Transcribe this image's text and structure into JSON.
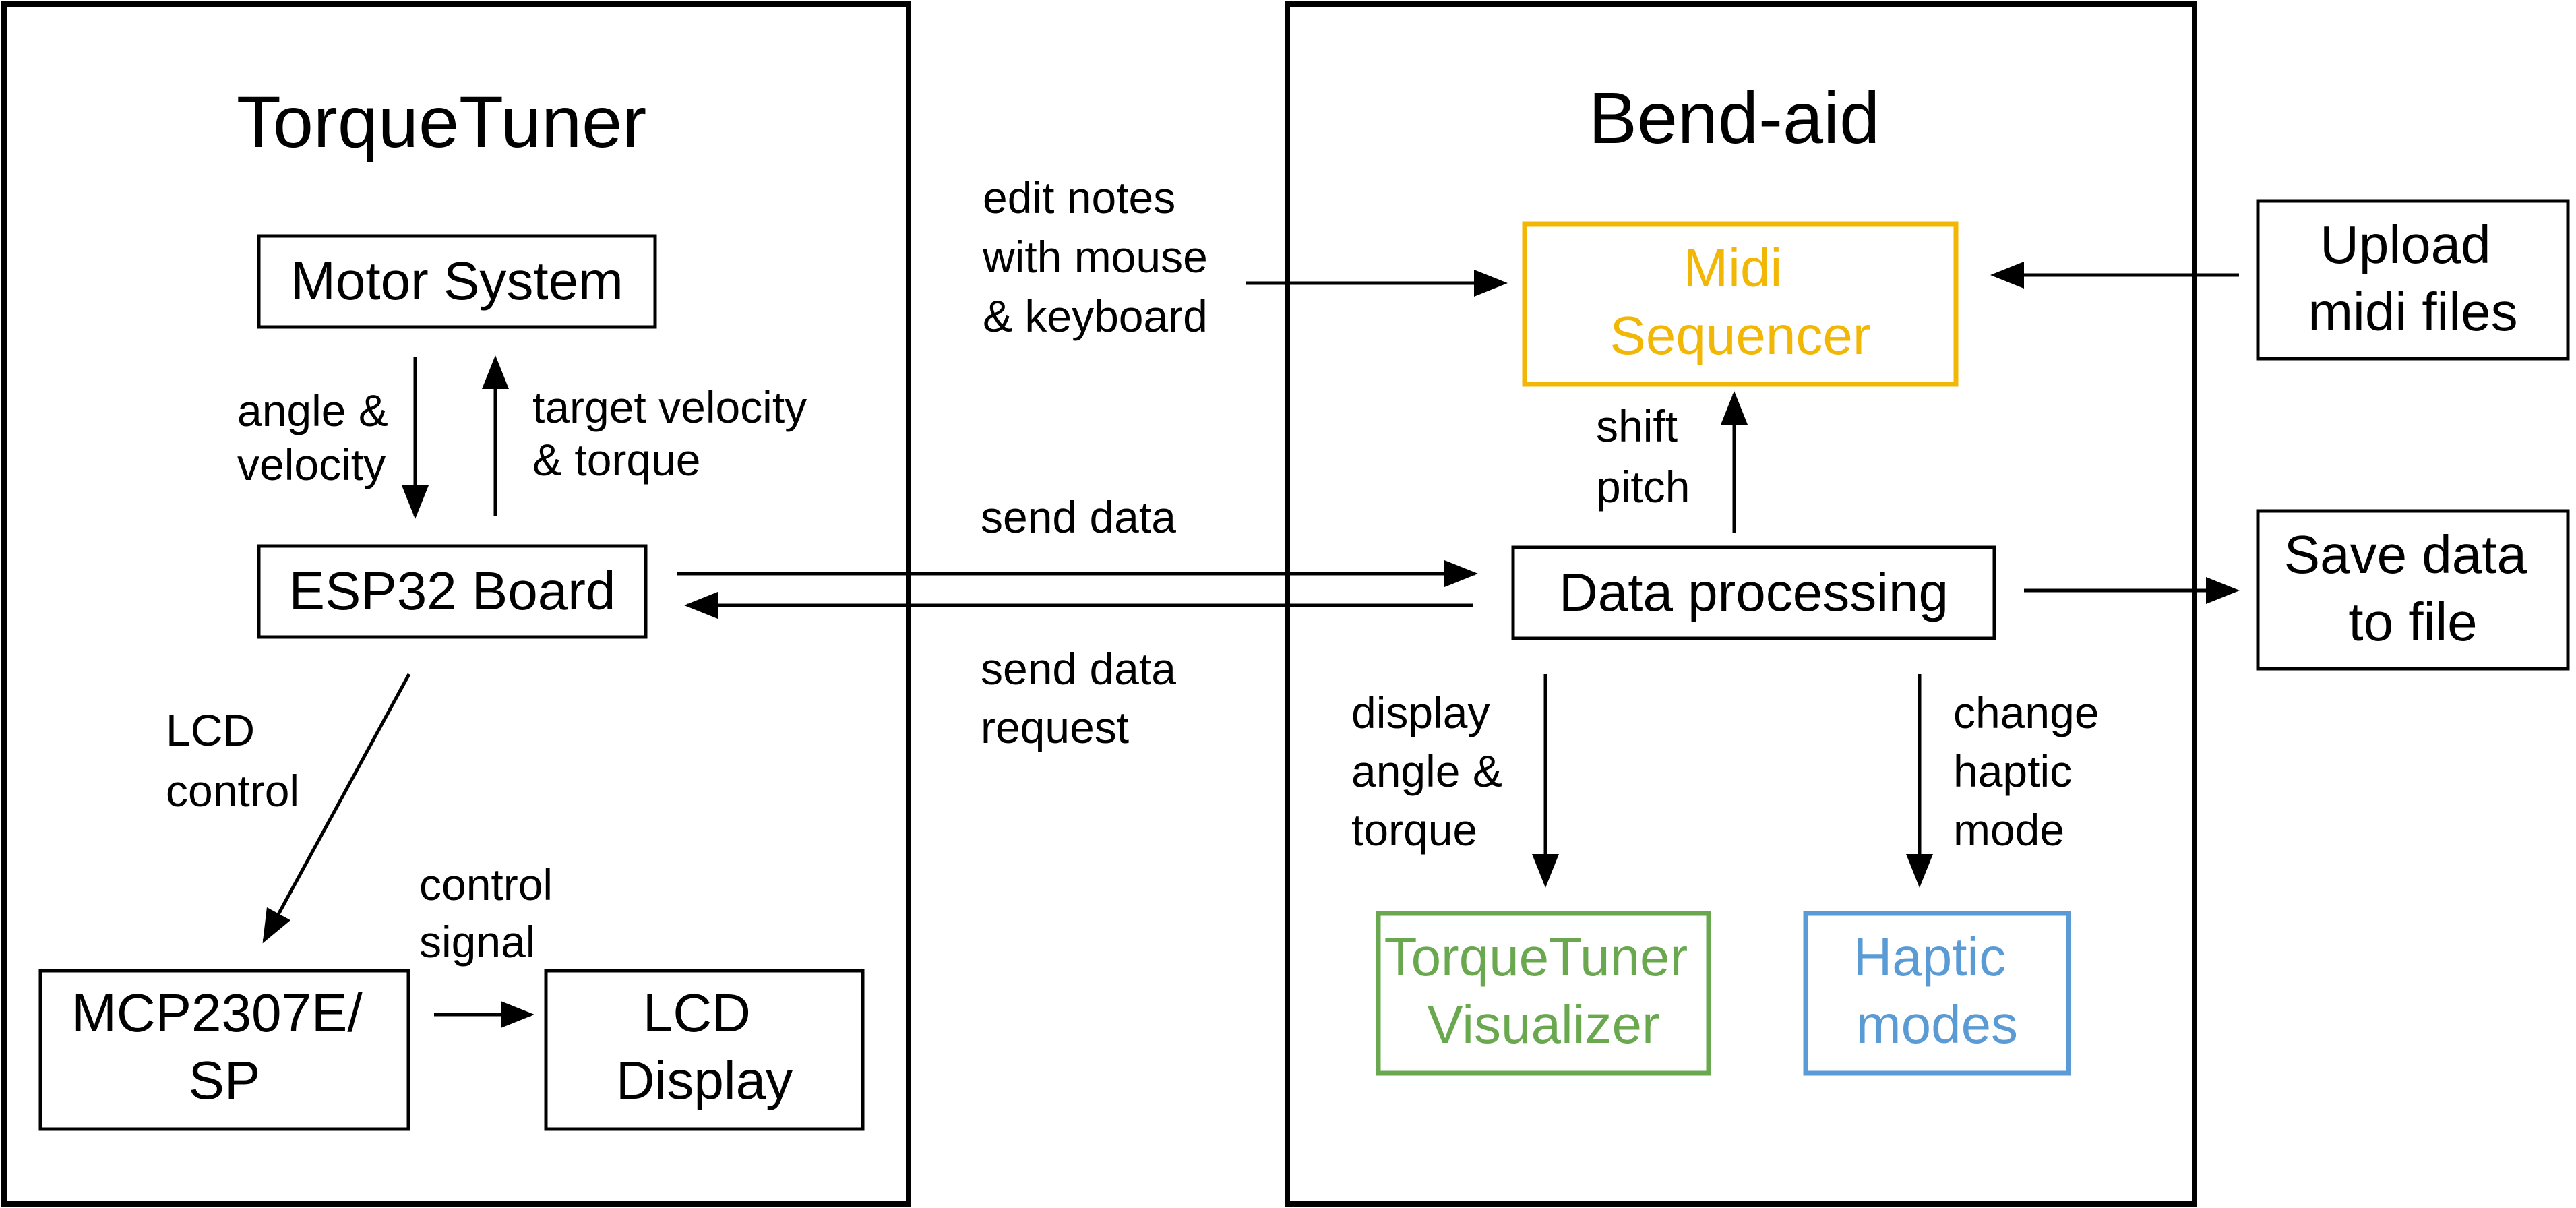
{
  "left_panel": {
    "title": "TorqueTuner"
  },
  "right_panel": {
    "title": "Bend-aid"
  },
  "nodes": {
    "motor_system": {
      "lines": [
        "Motor System"
      ]
    },
    "esp32_board": {
      "lines": [
        "ESP32 Board"
      ]
    },
    "mcp2307": {
      "lines": [
        "MCP2307E/",
        "SP"
      ]
    },
    "lcd_display": {
      "lines": [
        "LCD",
        "Display"
      ]
    },
    "midi_sequencer": {
      "lines": [
        "Midi",
        "Sequencer"
      ],
      "color": "#F2B705"
    },
    "data_processing": {
      "lines": [
        "Data processing"
      ]
    },
    "torquetuner_visualizer": {
      "lines": [
        "TorqueTuner",
        "Visualizer"
      ],
      "color": "#6AA84F"
    },
    "haptic_modes": {
      "lines": [
        "Haptic",
        "modes"
      ],
      "color": "#5B9BD5"
    },
    "upload_midi": {
      "lines": [
        "Upload",
        "midi files"
      ]
    },
    "save_data": {
      "lines": [
        "Save data",
        "to file"
      ]
    }
  },
  "edge_labels": {
    "angle_velocity": [
      "angle &",
      "velocity"
    ],
    "target_velocity_torque": [
      "target velocity",
      "& torque"
    ],
    "lcd_control": [
      "LCD",
      "control"
    ],
    "control_signal": [
      "control",
      "signal"
    ],
    "edit_notes": [
      "edit notes",
      "with mouse",
      "& keyboard"
    ],
    "send_data": [
      "send data"
    ],
    "send_data_request": [
      "send data",
      "request"
    ],
    "shift_pitch": [
      "shift",
      "pitch"
    ],
    "display_angle_torque": [
      "display",
      "angle &",
      "torque"
    ],
    "change_haptic_mode": [
      "change",
      "haptic",
      "mode"
    ]
  }
}
